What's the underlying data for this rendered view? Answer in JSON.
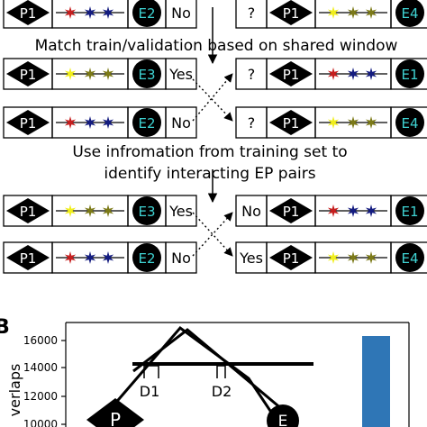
{
  "colors": {
    "black": "#000000",
    "enhancer_text": "#3fd3d3",
    "star_red": "#c61e1e",
    "star_navy": "#141c80",
    "star_yellow": "#f0ee1c",
    "star_olive": "#7c7a18",
    "bar_blue": "#2f76b6"
  },
  "panel_a": {
    "caption_match": "Match train/validation based on shared window",
    "caption_use_line1": "Use infromation from training set to",
    "caption_use_line2": "identify interacting EP pairs",
    "rows": [
      {
        "left": {
          "promoter": "P1",
          "enhancer": "E2",
          "label": "No"
        },
        "right": {
          "promoter": "P1",
          "enhancer": "E4",
          "label": "?"
        }
      },
      {
        "left": {
          "promoter": "P1",
          "enhancer": "E3",
          "label": "Yes"
        },
        "right": {
          "promoter": "P1",
          "enhancer": "E1",
          "label": "?"
        }
      },
      {
        "left": {
          "promoter": "P1",
          "enhancer": "E2",
          "label": "No"
        },
        "right": {
          "promoter": "P1",
          "enhancer": "E4",
          "label": "?"
        }
      },
      {
        "left": {
          "promoter": "P1",
          "enhancer": "E3",
          "label": "Yes"
        },
        "right": {
          "promoter": "P1",
          "enhancer": "E1",
          "label": "No"
        }
      },
      {
        "left": {
          "promoter": "P1",
          "enhancer": "E2",
          "label": "No"
        },
        "right": {
          "promoter": "P1",
          "enhancer": "E4",
          "label": "Yes"
        }
      }
    ]
  },
  "panel_b": {
    "panel_letter": "B",
    "ylabel_fragment": "verlaps",
    "y_ticks": [
      "16000",
      "14000",
      "12000",
      "10000"
    ],
    "diagram": {
      "promoter": "P",
      "enhancer": "E",
      "d1": "D1",
      "d2": "D2"
    }
  }
}
